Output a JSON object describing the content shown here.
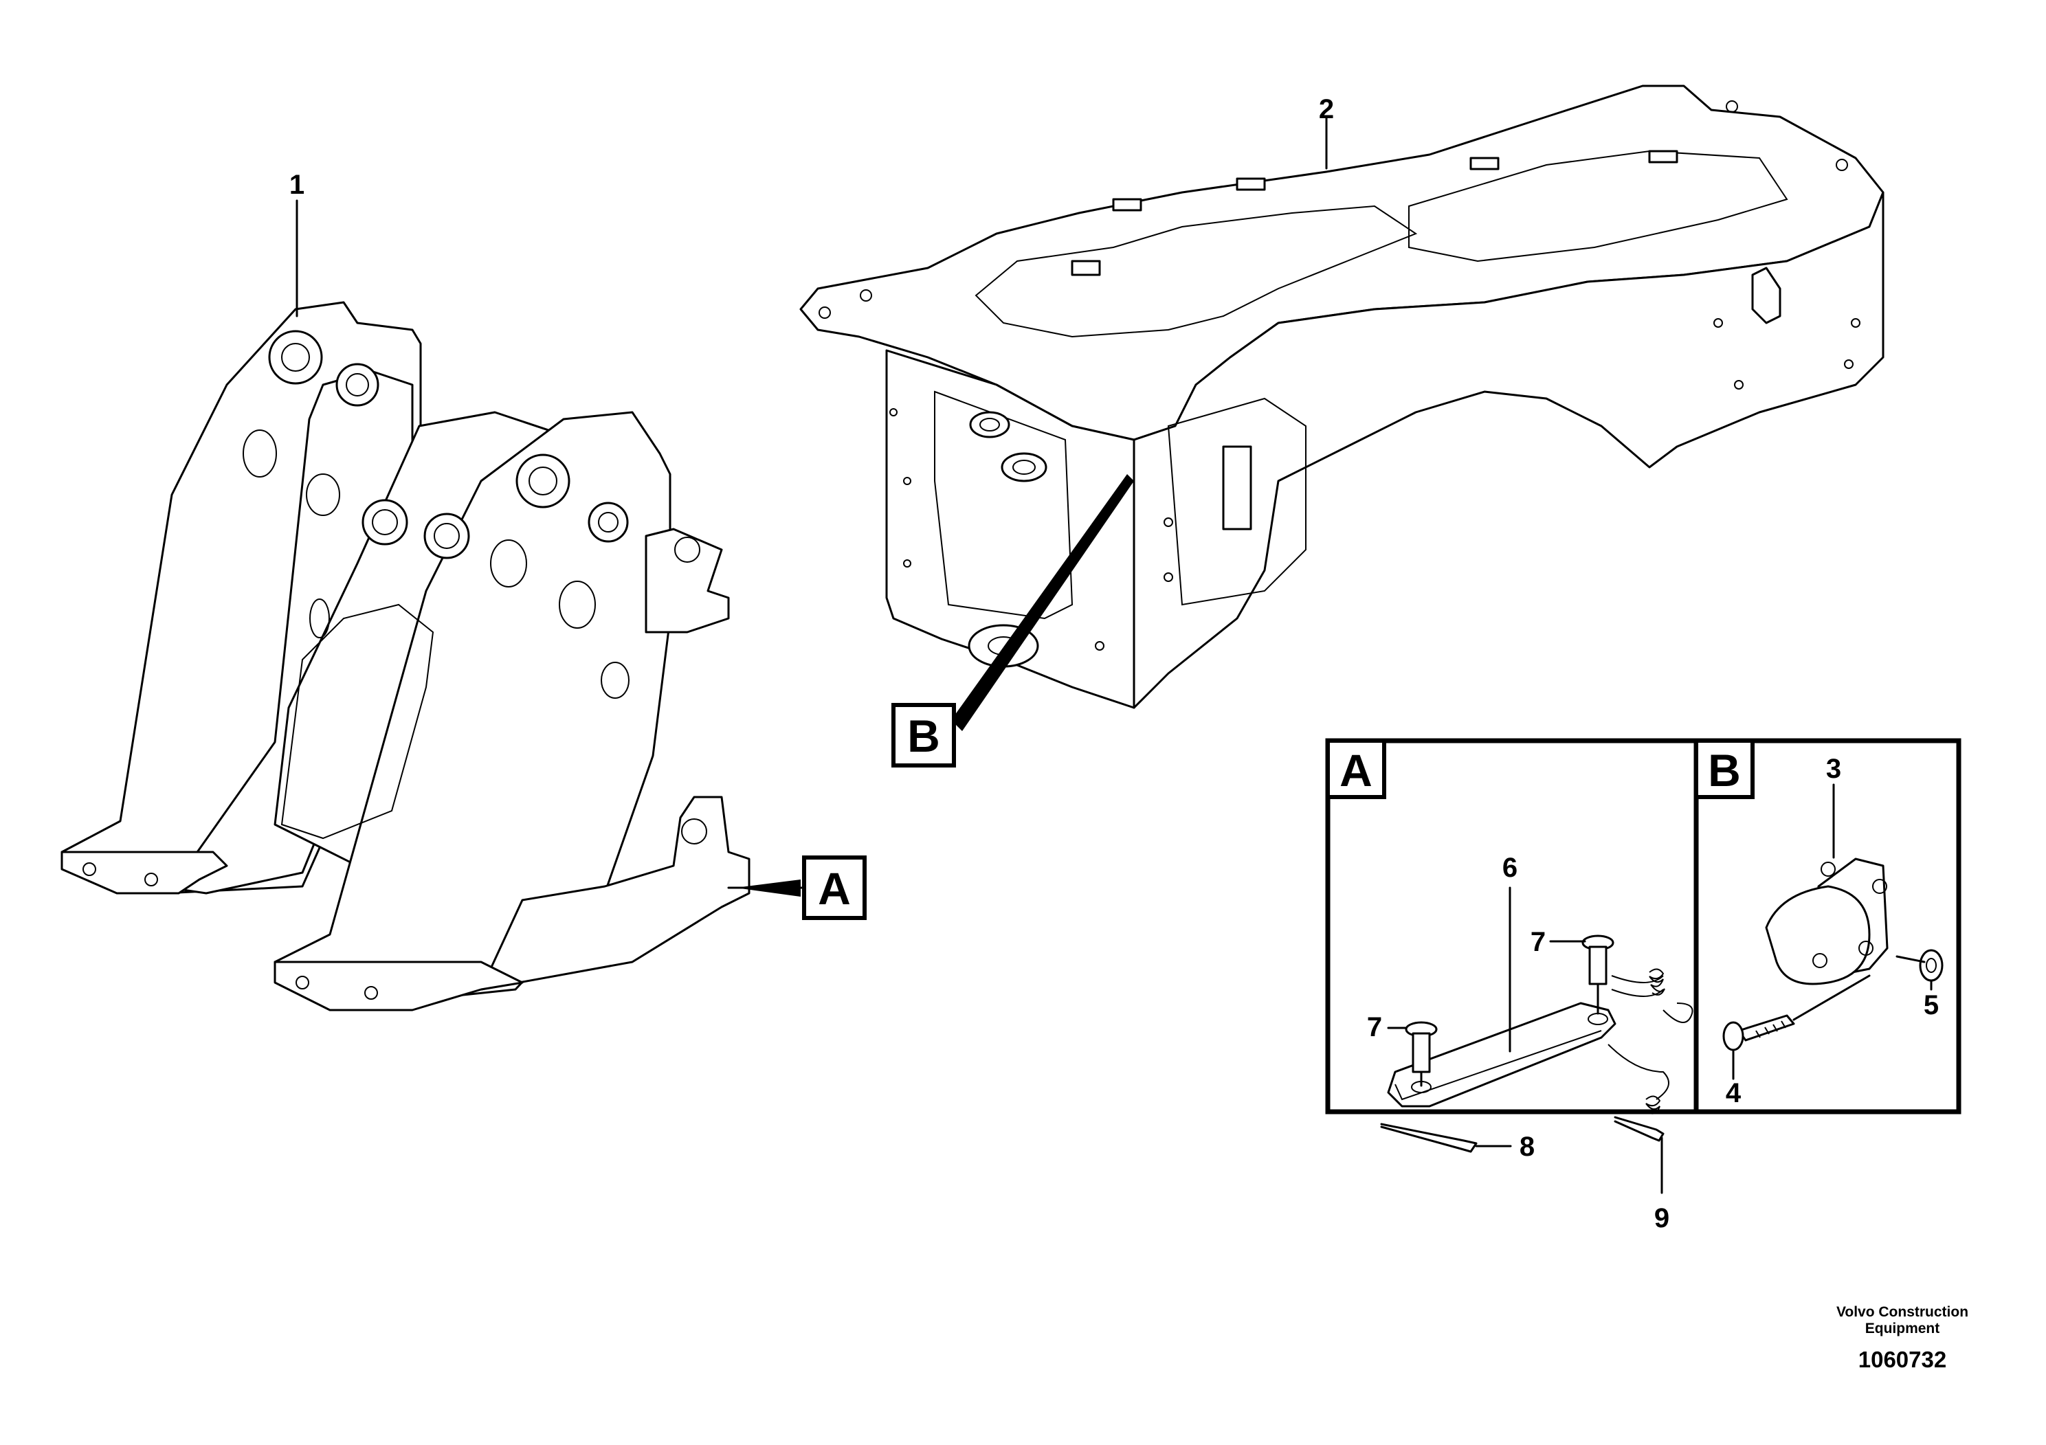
{
  "callouts": {
    "c1": "1",
    "c2": "2",
    "c3": "3",
    "c4": "4",
    "c5": "5",
    "c6": "6",
    "c7a": "7",
    "c7b": "7",
    "c8": "8",
    "c9": "9"
  },
  "detail_labels": {
    "a_main": "A",
    "b_main": "B",
    "a_inset": "A",
    "b_inset": "B"
  },
  "footer": {
    "company_line1": "Volvo Construction",
    "company_line2": "Equipment",
    "drawing_number": "1060732"
  }
}
